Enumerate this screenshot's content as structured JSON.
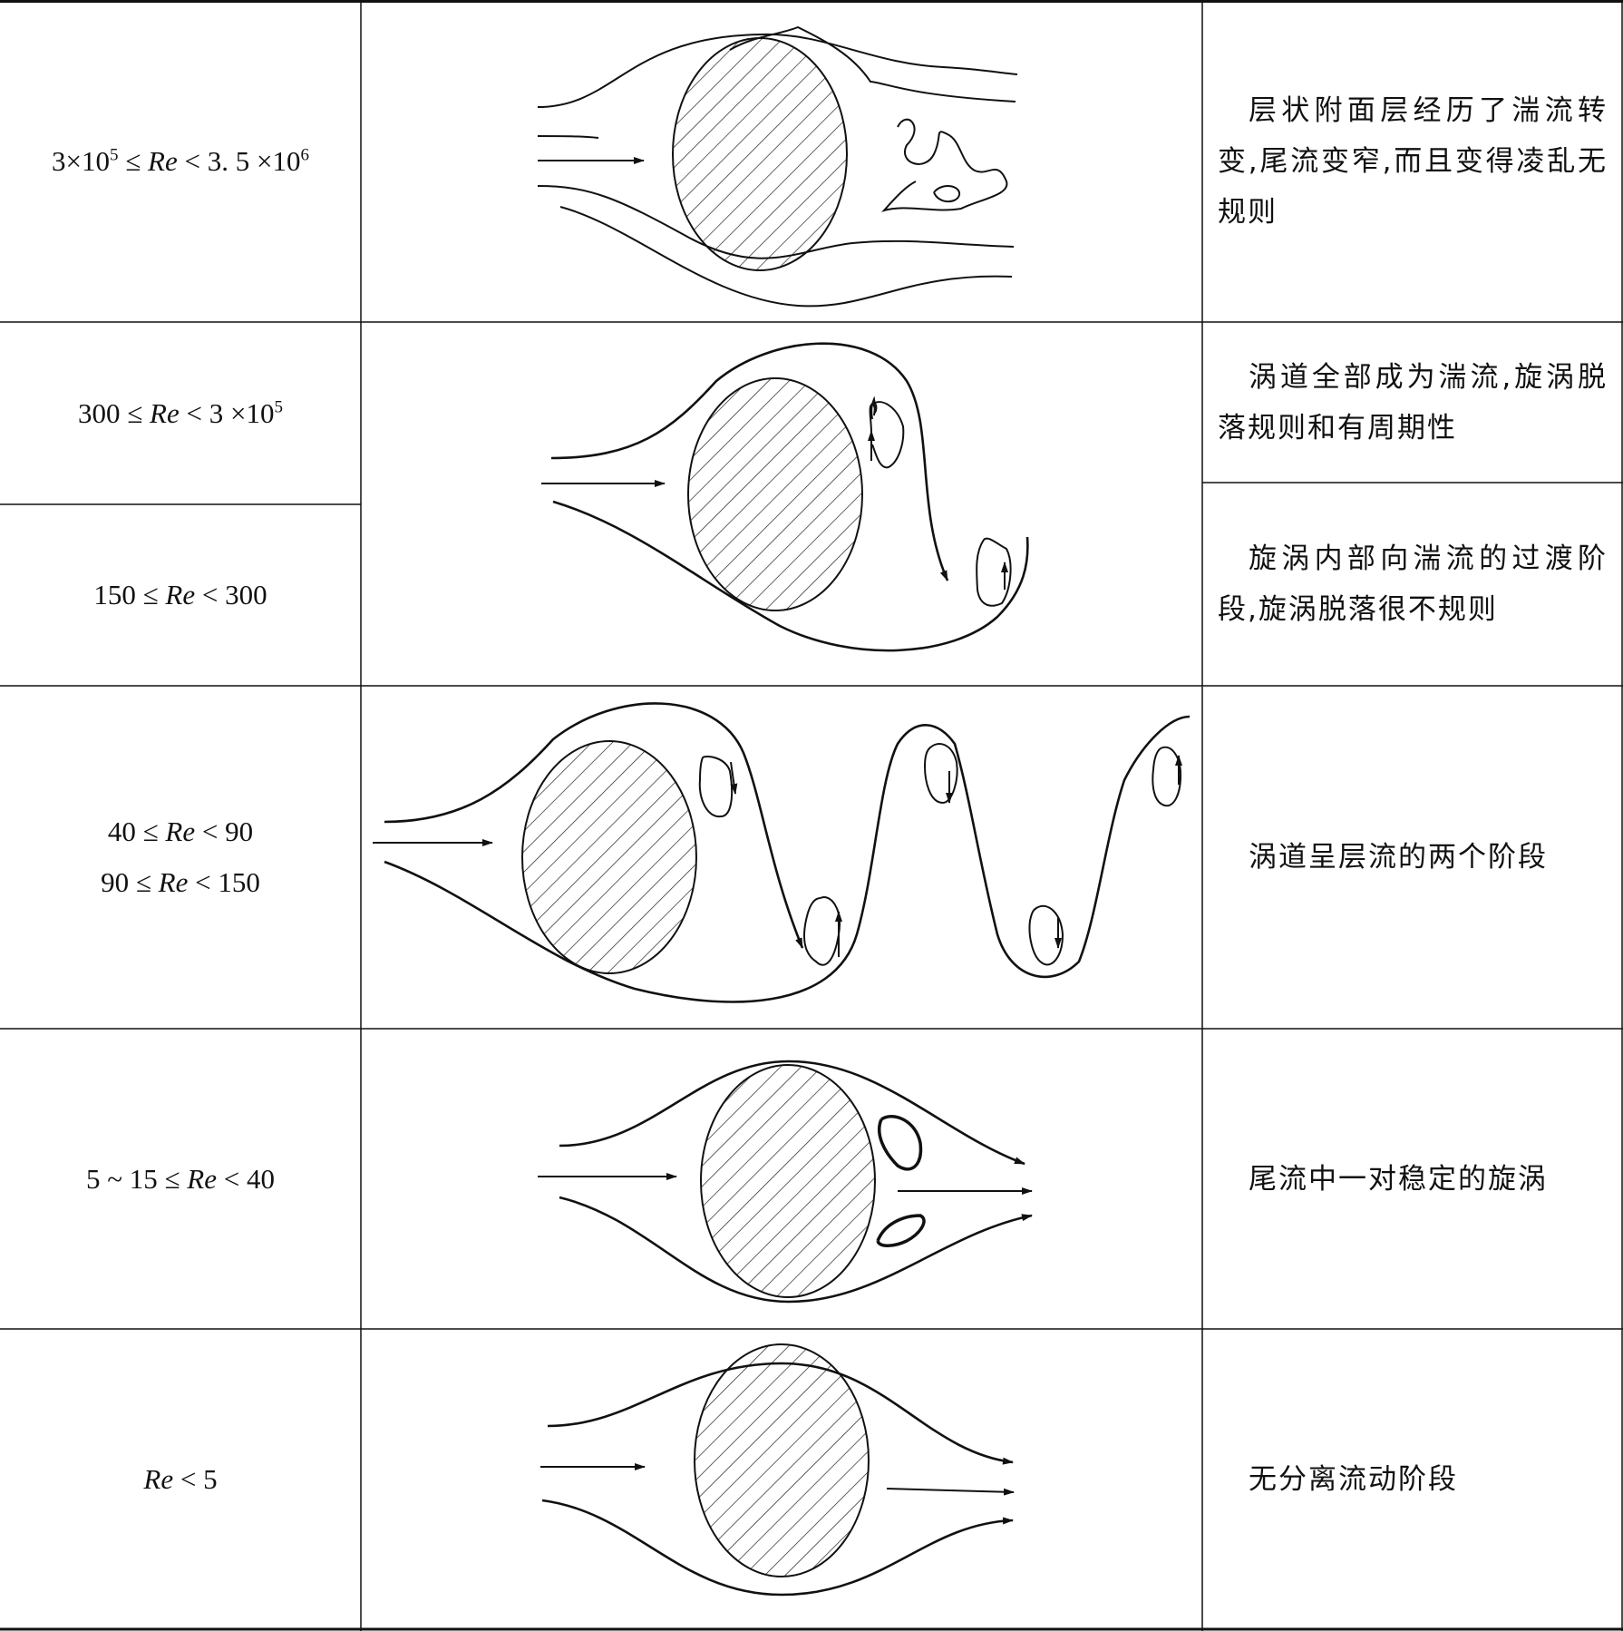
{
  "rows": [
    {
      "re_parts": [
        "3×10",
        "5",
        " ≤ ",
        "Re",
        " < 3. 5 ×10",
        "6"
      ],
      "description": "层状附面层经历了湍流转变,尾流变窄,而且变得凌乱无规则"
    },
    {
      "re_parts": [
        "300 ≤ ",
        "Re",
        " < 3 ×10",
        "5"
      ],
      "description": "涡道全部成为湍流,旋涡脱落规则和有周期性"
    },
    {
      "re_parts": [
        "150 ≤ ",
        "Re",
        " < 300"
      ],
      "description": "旋涡内部向湍流的过渡阶段,旋涡脱落很不规则"
    },
    {
      "re_lines": [
        [
          "40 ≤ ",
          "Re",
          " < 90"
        ],
        [
          "90 ≤ ",
          "Re",
          " < 150"
        ]
      ],
      "description": "涡道呈层流的两个阶段"
    },
    {
      "re_parts": [
        "5 ~ 15 ≤ ",
        "Re",
        " < 40"
      ],
      "description": "尾流中一对稳定的旋涡"
    },
    {
      "re_parts": [
        "Re",
        " < 5"
      ],
      "description": "无分离流动阶段"
    }
  ]
}
